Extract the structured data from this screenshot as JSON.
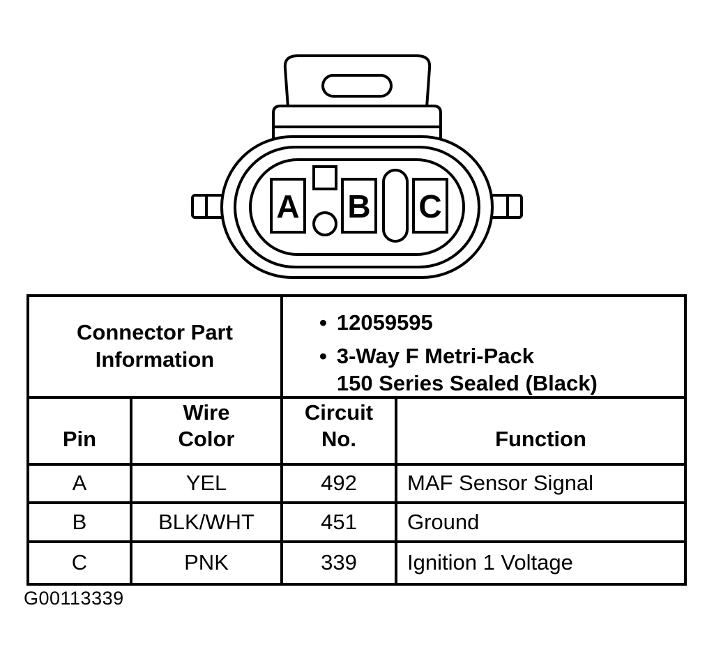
{
  "diagram": {
    "pin_labels": [
      "A",
      "B",
      "C"
    ]
  },
  "ui": {
    "bullet": "•"
  },
  "part_info": {
    "title": "Connector Part\nInformation",
    "items": [
      "12059595",
      "3-Way F Metri-Pack\n150 Series Sealed (Black)"
    ]
  },
  "table": {
    "headers": [
      "Pin",
      "Wire\nColor",
      "Circuit\nNo.",
      "Function"
    ],
    "rows": [
      {
        "pin": "A",
        "wire_color": "YEL",
        "circuit_no": "492",
        "function": "MAF Sensor Signal"
      },
      {
        "pin": "B",
        "wire_color": "BLK/WHT",
        "circuit_no": "451",
        "function": "Ground"
      },
      {
        "pin": "C",
        "wire_color": "PNK",
        "circuit_no": "339",
        "function": "Ignition 1 Voltage"
      }
    ]
  },
  "caption": "G00113339"
}
